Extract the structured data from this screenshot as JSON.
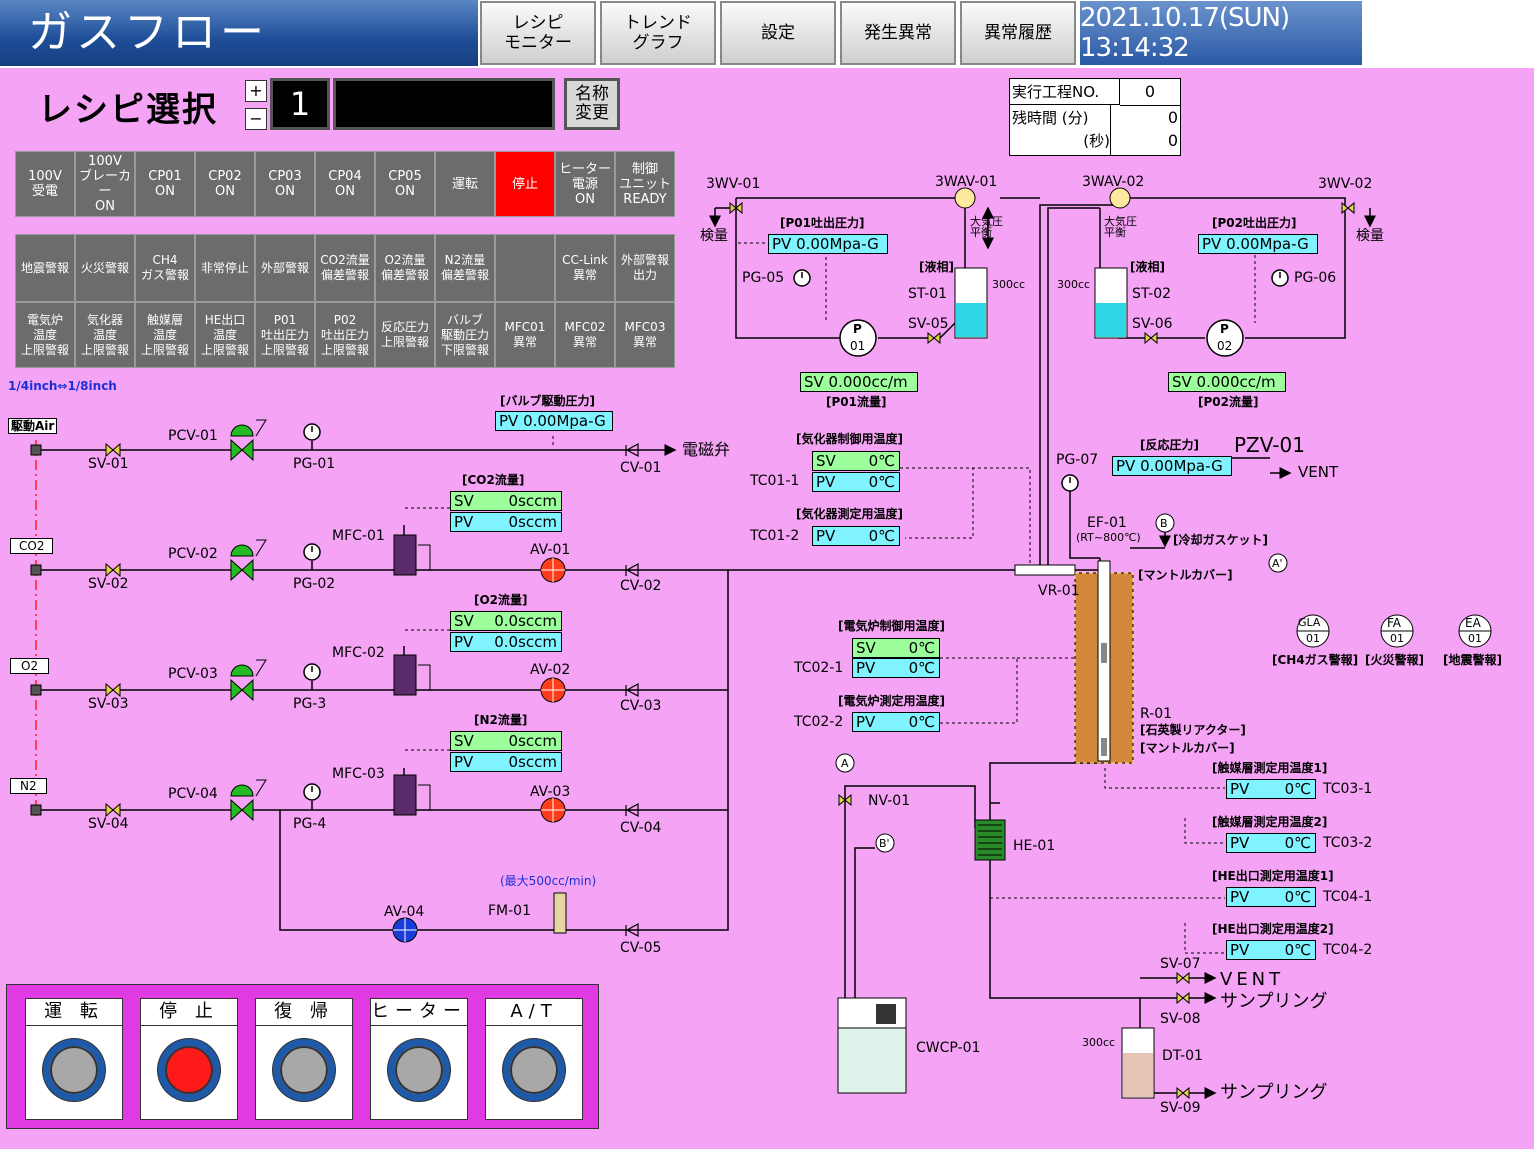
{
  "header": {
    "title": "ガスフロー",
    "nav": [
      "レシピ\nモニター",
      "トレンド\nグラフ",
      "設定",
      "発生異常",
      "異常履歴"
    ],
    "datetime": "2021.10.17(SUN)  13:14:32"
  },
  "recipe": {
    "label": "レシピ選択",
    "plus": "+",
    "minus": "−",
    "number": "1",
    "name": "",
    "rename_button": "名称\n変更"
  },
  "process": {
    "step_label": "実行工程NO.",
    "step_value": "0",
    "remain_label": "残時間 (分)",
    "remain_min": "0",
    "sec_label": "(秒)",
    "remain_sec": "0"
  },
  "status_row1": [
    {
      "label": "100V\n受電",
      "state": "gray"
    },
    {
      "label": "100V\nブレーカー\nON",
      "state": "gray"
    },
    {
      "label": "CP01\nON",
      "state": "gray"
    },
    {
      "label": "CP02\nON",
      "state": "gray"
    },
    {
      "label": "CP03\nON",
      "state": "gray"
    },
    {
      "label": "CP04\nON",
      "state": "gray"
    },
    {
      "label": "CP05\nON",
      "state": "gray"
    },
    {
      "label": "運転",
      "state": "gray"
    },
    {
      "label": "停止",
      "state": "red"
    },
    {
      "label": "ヒーター\n電源\nON",
      "state": "gray"
    },
    {
      "label": "制御\nユニット\nREADY",
      "state": "gray"
    }
  ],
  "alarm_row1": [
    "地震警報",
    "火災警報",
    "CH4\nガス警報",
    "非常停止",
    "外部警報",
    "CO2流量\n偏差警報",
    "O2流量\n偏差警報",
    "N2流量\n偏差警報",
    "",
    "CC-Link\n異常",
    "外部警報\n出力"
  ],
  "alarm_row2": [
    "電気炉\n温度\n上限警報",
    "気化器\n温度\n上限警報",
    "触媒層\n温度\n上限警報",
    "HE出口\n温度\n上限警報",
    "P01\n吐出圧力\n上限警報",
    "P02\n吐出圧力\n上限警報",
    "反応圧力\n上限警報",
    "バルブ\n駆動圧力\n下限警報",
    "MFC01\n異常",
    "MFC02\n異常",
    "MFC03\n異常"
  ],
  "diagram": {
    "pipe_note": "1/4inch⇔1/8inch",
    "inlets": [
      "駆動Air",
      "CO2",
      "O2",
      "N2"
    ],
    "sv": [
      "SV-01",
      "SV-02",
      "SV-03",
      "SV-04"
    ],
    "pcv": [
      "PCV-01",
      "PCV-02",
      "PCV-03",
      "PCV-04"
    ],
    "pg": [
      "PG-01",
      "PG-02",
      "PG-3",
      "PG-4"
    ],
    "mfc": [
      "MFC-01",
      "MFC-02",
      "MFC-03"
    ],
    "av": [
      "AV-01",
      "AV-02",
      "AV-03",
      "AV-04"
    ],
    "cv": [
      "CV-01",
      "CV-02",
      "CV-03",
      "CV-04",
      "CV-05"
    ],
    "solenoid": "電磁弁",
    "fm": "FM-01",
    "fm_note": "(最大500cc/min)",
    "valve_pressure": {
      "title": "[バルブ駆動圧力]",
      "pv": "PV 0.00Mpa-G"
    },
    "co2_flow": {
      "title": "[CO2流量]",
      "sv_label": "SV",
      "sv": "0sccm",
      "pv_label": "PV",
      "pv": "0sccm"
    },
    "o2_flow": {
      "title": "[O2流量]",
      "sv_label": "SV",
      "sv": "0.0sccm",
      "pv_label": "PV",
      "pv": "0.0sccm"
    },
    "n2_flow": {
      "title": "[N2流量]",
      "sv_label": "SV",
      "sv": "0sccm",
      "pv_label": "PV",
      "pv": "0sccm"
    },
    "p01_pressure": {
      "title": "[P01吐出圧力]",
      "pv": "PV 0.00Mpa-G"
    },
    "p02_pressure": {
      "title": "[P02吐出圧力]",
      "pv": "PV 0.00Mpa-G"
    },
    "p01_flow": {
      "title": "[P01流量]",
      "sv": "SV 0.000cc/m"
    },
    "p02_flow": {
      "title": "[P02流量]",
      "sv": "SV 0.000cc/m"
    },
    "vap_ctrl": {
      "title": "[気化器制御用温度]",
      "tag": "TC01-1",
      "sv": "0℃",
      "pv": "0℃"
    },
    "vap_meas": {
      "title": "[気化器測定用温度]",
      "tag": "TC01-2",
      "pv": "0℃"
    },
    "furn_ctrl": {
      "title": "[電気炉制御用温度]",
      "tag": "TC02-1",
      "sv": "0℃",
      "pv": "0℃"
    },
    "furn_meas": {
      "title": "[電気炉測定用温度]",
      "tag": "TC02-2",
      "pv": "0℃"
    },
    "reaction_pressure": {
      "title": "[反応圧力]",
      "pv": "PV 0.00Mpa-G"
    },
    "cat1": {
      "title": "[触媒層測定用温度1]",
      "tag": "TC03-1",
      "pv": "0℃"
    },
    "cat2": {
      "title": "[触媒層測定用温度2]",
      "tag": "TC03-2",
      "pv": "0℃"
    },
    "he1": {
      "title": "[HE出口測定用温度1]",
      "tag": "TC04-1",
      "pv": "0℃"
    },
    "he2": {
      "title": "[HE出口測定用温度2]",
      "tag": "TC04-2",
      "pv": "0℃"
    },
    "pv_label": "PV",
    "sv_label": "SV",
    "v3wv01": "3WV-01",
    "v3wv02": "3WV-02",
    "v3wav01": "3WAV-01",
    "v3wav02": "3WAV-02",
    "kenryo": "検量",
    "atm": "大気圧\n平衡",
    "liquid": "[液相]",
    "st01": "ST-01",
    "st02": "ST-02",
    "cap300": "300cc",
    "pg05": "PG-05",
    "pg06": "PG-06",
    "pg07": "PG-07",
    "sv05": "SV-05",
    "sv06": "SV-06",
    "pump1": "01",
    "pump2": "02",
    "pump_letter": "P",
    "pzv": "PZV-01",
    "vent": "VENT",
    "ef": "EF-01",
    "ef_range": "(RT~800℃)",
    "cool_gasket": "[冷却ガスケット]",
    "mantle": "[マントルカバー]",
    "vr": "VR-01",
    "r01": "R-01",
    "quartz": "[石英製リアクター]",
    "mantle2": "[マントルカバー]",
    "gla": "GLA",
    "fa": "FA",
    "ea": "EA",
    "alarm_no": "01",
    "ch4_alarm": "[CH4ガス警報]",
    "fire_alarm": "[火災警報]",
    "quake_alarm": "[地震警報]",
    "nv01": "NV-01",
    "he01": "HE-01",
    "cwcp": "CWCP-01",
    "dt01": "DT-01",
    "sv07": "SV-07",
    "sv08": "SV-08",
    "sv09": "SV-09",
    "vent2": "VENT",
    "sampling1": "サンプリング",
    "sampling2": "サンプリング",
    "conn_a": "A",
    "conn_a2": "A'",
    "conn_b": "B",
    "conn_b2": "B'"
  },
  "buttons": [
    {
      "label": "運 転",
      "lamp": "gray"
    },
    {
      "label": "停 止",
      "lamp": "red"
    },
    {
      "label": "復 帰",
      "lamp": "gray"
    },
    {
      "label": "ヒーター",
      "lamp": "gray"
    },
    {
      "label": "A/T",
      "lamp": "gray"
    }
  ],
  "colors": {
    "background": "#f5a3f5",
    "status_off": "#6c6c6c",
    "status_stop": "#ff0000",
    "pv_box": "#7ff3ff",
    "sv_box": "#9cff9c"
  }
}
